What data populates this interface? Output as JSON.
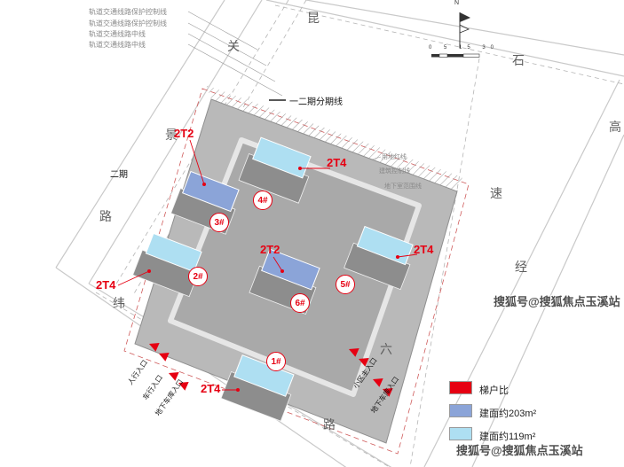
{
  "colors": {
    "accent_red": "#e60012",
    "roof_203": "#8ba4d8",
    "roof_119": "#aedff2",
    "site_gray": "#b9b9b9"
  },
  "north": {
    "n": "N",
    "scale": "0 5 15 30"
  },
  "phase": {
    "divider": "一二期分期线",
    "label": "二期"
  },
  "notes": {
    "protection": [
      "轨道交通线路保护控制线",
      "轨道交通线路保护控制线",
      "轨道交通线路中线",
      "轨道交通线路中线"
    ],
    "site": [
      "用地红线",
      "建筑控制线",
      "地下室范围线"
    ]
  },
  "roads": [
    "昆",
    "关",
    "石",
    "高",
    "速",
    "经",
    "六",
    "路",
    "景",
    "路",
    "纬"
  ],
  "buildings": [
    {
      "id": "1#",
      "type": "2T4"
    },
    {
      "id": "2#",
      "type": "2T4"
    },
    {
      "id": "3#",
      "type": "2T2"
    },
    {
      "id": "4#",
      "type": "2T4"
    },
    {
      "id": "5#",
      "type": "2T4"
    },
    {
      "id": "6#",
      "type": "2T2"
    }
  ],
  "unit_labels": [
    "2T2",
    "2T4",
    "2T4",
    "2T4",
    "2T2",
    "2T4"
  ],
  "entrances": {
    "left": [
      "人行入口",
      "车行入口",
      "地下车库入口"
    ],
    "center": [
      "小区主入口",
      "地下车库入口"
    ]
  },
  "legend": [
    {
      "label": "梯户比"
    },
    {
      "label": "建面约203m²"
    },
    {
      "label": "建面约119m²"
    }
  ],
  "watermarks": [
    "搜狐号@搜狐焦点玉溪站",
    "搜狐号@搜狐焦点玉溪站"
  ]
}
